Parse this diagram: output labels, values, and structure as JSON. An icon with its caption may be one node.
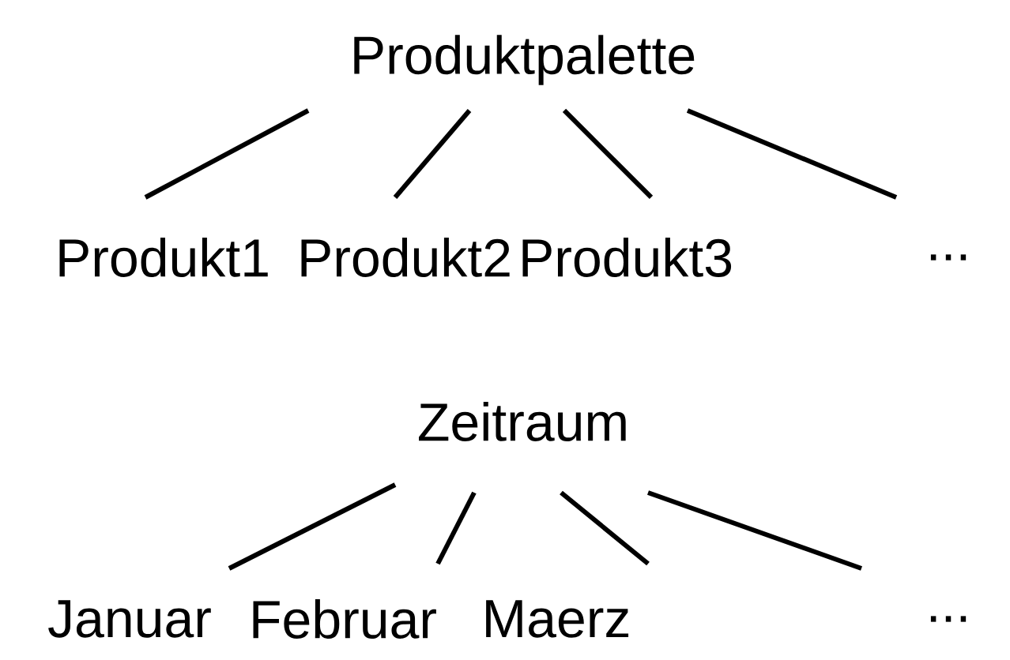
{
  "diagram": {
    "nodes": [
      {
        "text": [
          "Produktpalette"
        ]
      },
      {
        "text": [
          "Produkt1"
        ]
      },
      {
        "text": [
          "Produkt2"
        ]
      },
      {
        "text": [
          "Produkt3"
        ]
      },
      {
        "text": [
          "..."
        ]
      },
      {
        "text": [
          "Zeitraum"
        ]
      },
      {
        "text": [
          "Januar"
        ]
      },
      {
        "text": [
          "Februar"
        ]
      },
      {
        "text": [
          "Maerz"
        ]
      },
      {
        "text": [
          "..."
        ]
      }
    ],
    "edges": [
      {
        "from": 0,
        "to": 1,
        "arrow": "none"
      },
      {
        "from": 0,
        "to": 2,
        "arrow": "none"
      },
      {
        "from": 0,
        "to": 3,
        "arrow": "none"
      },
      {
        "from": 0,
        "to": 4,
        "arrow": "none"
      },
      {
        "from": 5,
        "to": 6,
        "arrow": "none"
      },
      {
        "from": 5,
        "to": 7,
        "arrow": "none"
      },
      {
        "from": 5,
        "to": 8,
        "arrow": "none"
      },
      {
        "from": 5,
        "to": 9,
        "arrow": "none"
      }
    ]
  }
}
